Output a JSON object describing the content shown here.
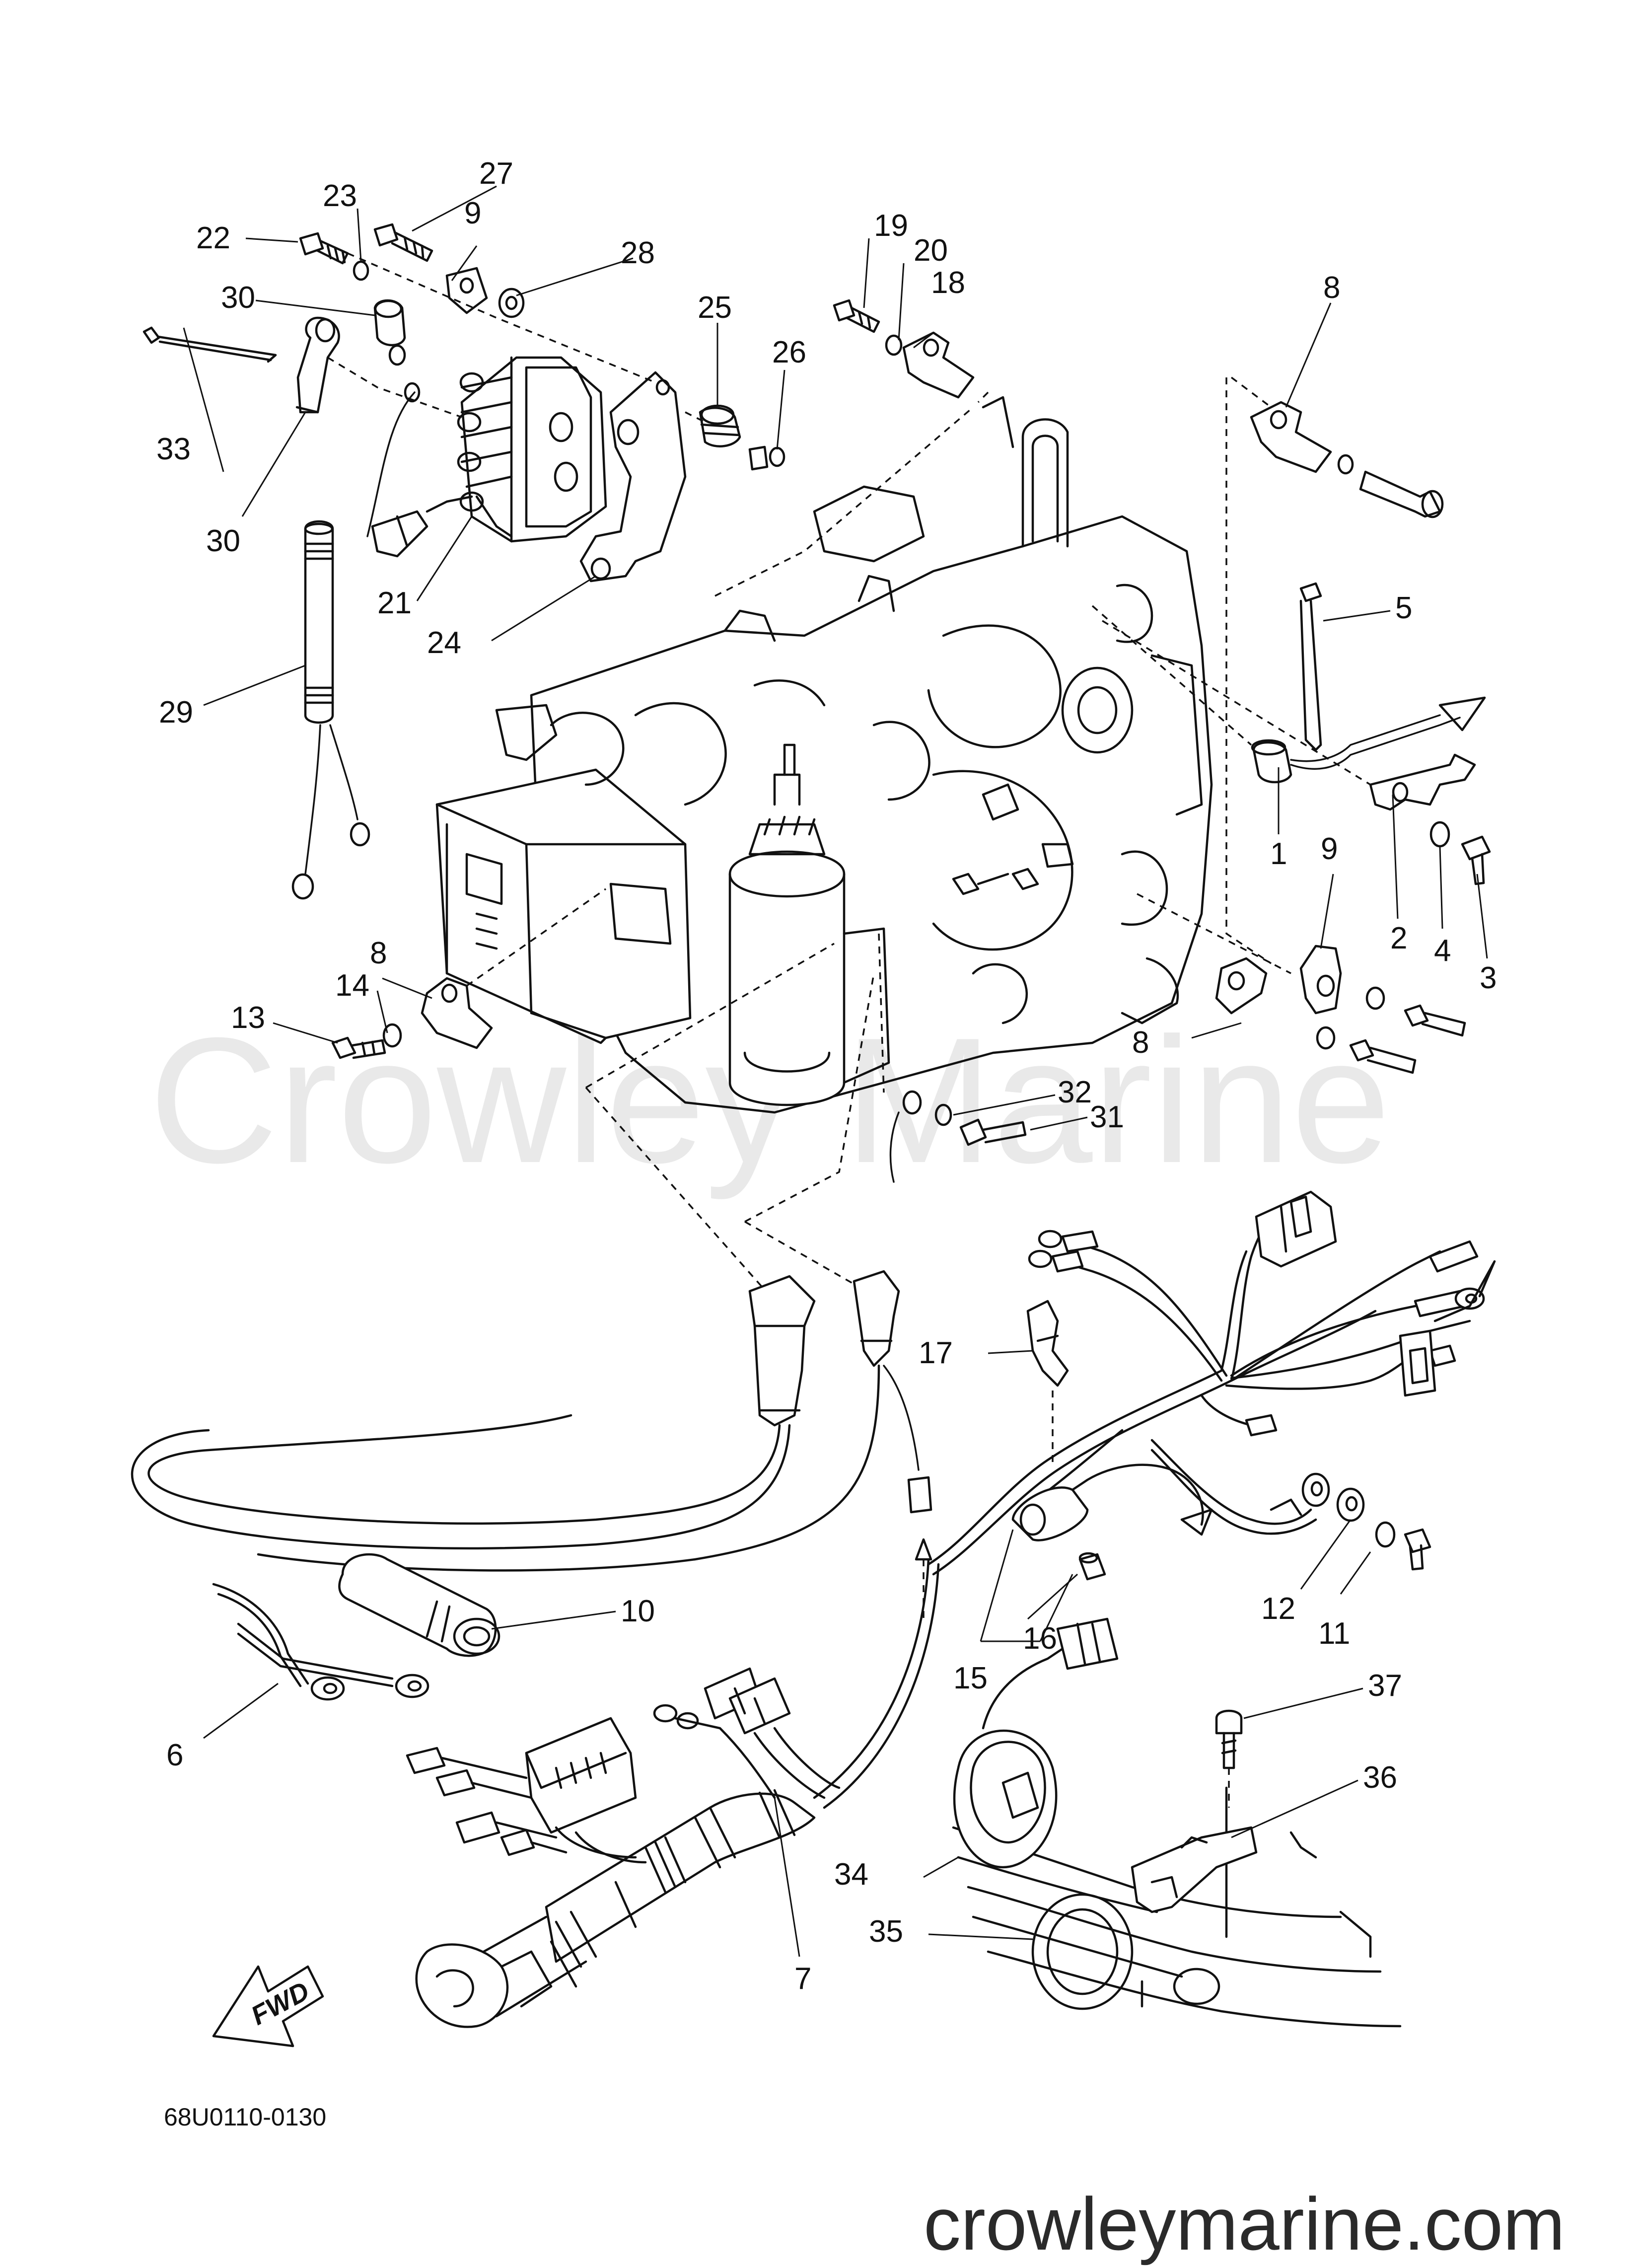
{
  "diagram_code": "68U0110-0130",
  "direction_label": "FWD",
  "watermark_center": "Crowley Marine",
  "watermark_footer": "crowleymarine.com",
  "callouts": [
    {
      "id": "c1",
      "label": "1"
    },
    {
      "id": "c2",
      "label": "2"
    },
    {
      "id": "c3",
      "label": "3"
    },
    {
      "id": "c4",
      "label": "4"
    },
    {
      "id": "c5",
      "label": "5"
    },
    {
      "id": "c6",
      "label": "6"
    },
    {
      "id": "c7",
      "label": "7"
    },
    {
      "id": "c8a",
      "label": "8"
    },
    {
      "id": "c8b",
      "label": "8"
    },
    {
      "id": "c8c",
      "label": "8"
    },
    {
      "id": "c9a",
      "label": "9"
    },
    {
      "id": "c9b",
      "label": "9"
    },
    {
      "id": "c10",
      "label": "10"
    },
    {
      "id": "c11",
      "label": "11"
    },
    {
      "id": "c12",
      "label": "12"
    },
    {
      "id": "c13",
      "label": "13"
    },
    {
      "id": "c14",
      "label": "14"
    },
    {
      "id": "c15",
      "label": "15"
    },
    {
      "id": "c16",
      "label": "16"
    },
    {
      "id": "c17",
      "label": "17"
    },
    {
      "id": "c18",
      "label": "18"
    },
    {
      "id": "c19",
      "label": "19"
    },
    {
      "id": "c20",
      "label": "20"
    },
    {
      "id": "c21",
      "label": "21"
    },
    {
      "id": "c22",
      "label": "22"
    },
    {
      "id": "c23",
      "label": "23"
    },
    {
      "id": "c24",
      "label": "24"
    },
    {
      "id": "c25",
      "label": "25"
    },
    {
      "id": "c26",
      "label": "26"
    },
    {
      "id": "c27",
      "label": "27"
    },
    {
      "id": "c28",
      "label": "28"
    },
    {
      "id": "c29",
      "label": "29"
    },
    {
      "id": "c30a",
      "label": "30"
    },
    {
      "id": "c30b",
      "label": "30"
    },
    {
      "id": "c31",
      "label": "31"
    },
    {
      "id": "c32",
      "label": "32"
    },
    {
      "id": "c33",
      "label": "33"
    },
    {
      "id": "c34",
      "label": "34"
    },
    {
      "id": "c35",
      "label": "35"
    },
    {
      "id": "c36",
      "label": "36"
    },
    {
      "id": "c37",
      "label": "37"
    }
  ]
}
